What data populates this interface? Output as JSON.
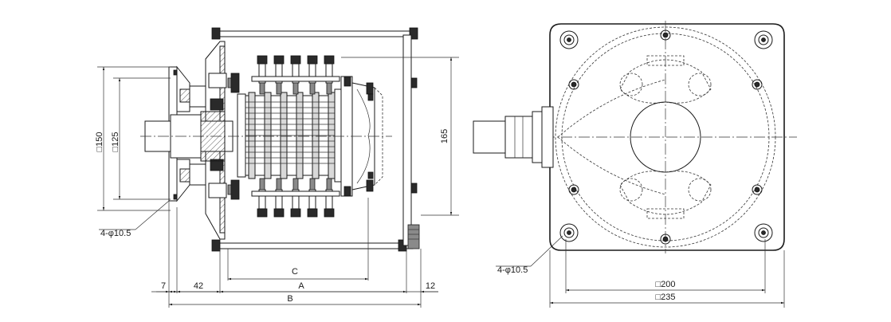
{
  "side_view": {
    "bolt_label": "4-φ10.5",
    "dim_flange_outer": "□150",
    "dim_flange_inner": "□125",
    "dim_height": "165",
    "dim_c": "C",
    "dim_a": "A",
    "dim_b": "B",
    "dim_7": "7",
    "dim_42": "42",
    "dim_12": "12"
  },
  "end_view": {
    "bolt_label": "4-φ10.5",
    "dim_inner": "□200",
    "dim_outer": "□235"
  }
}
